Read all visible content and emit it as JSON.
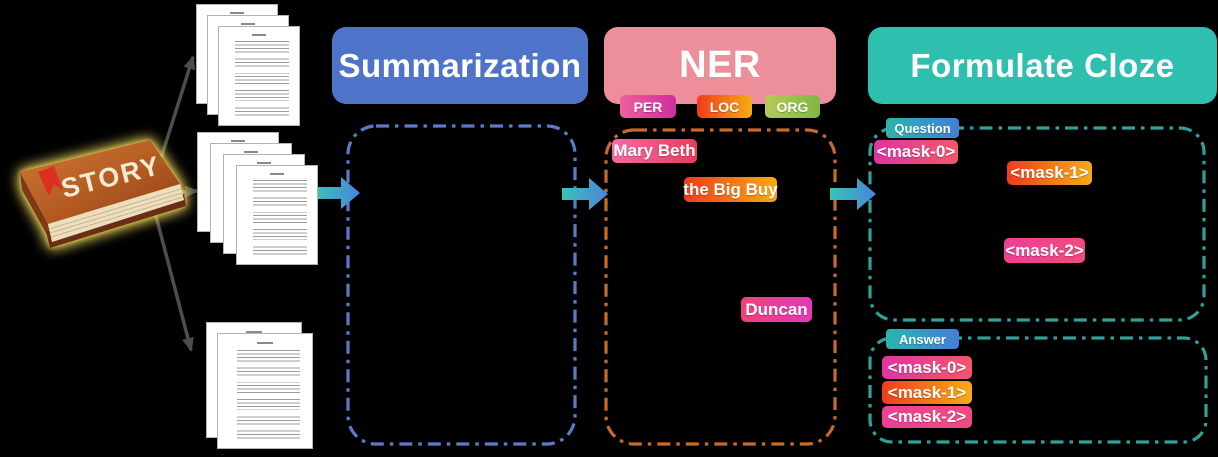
{
  "background_color": "#000000",
  "book": {
    "label": "STORY"
  },
  "document_stacks": {
    "stacks": 3,
    "pages_visible": [
      3,
      4,
      2
    ]
  },
  "pipeline": {
    "stages": [
      {
        "label": "Summarization",
        "header_color": "#4e73c9",
        "box_border_color": "#5b7bca"
      },
      {
        "label": "NER",
        "header_color": "#ec8f9b",
        "box_border_color": "#c96a28",
        "legend": [
          {
            "label": "PER",
            "color_start": "#f0609b",
            "color_end": "#cf2da0"
          },
          {
            "label": "LOC",
            "color_start": "#ee3d1e",
            "color_end": "#f7ab15"
          },
          {
            "label": "ORG",
            "color_start": "#b5ca55",
            "color_end": "#7fb845"
          }
        ],
        "entities": [
          {
            "text": "Mary Beth",
            "type": "PER"
          },
          {
            "text": "the Big Buy",
            "type": "LOC"
          },
          {
            "text": "Duncan",
            "type": "PER"
          }
        ]
      },
      {
        "label": "Formulate Cloze",
        "header_color": "#2ebfae",
        "box_border_color": "#2da19a",
        "question": {
          "label": "Question",
          "masks": [
            {
              "text": "<mask-0>",
              "type": "PER"
            },
            {
              "text": "<mask-1>",
              "type": "LOC"
            },
            {
              "text": "<mask-2>",
              "type": "PER"
            }
          ]
        },
        "answer": {
          "label": "Answer",
          "masks": [
            {
              "text": "<mask-0>",
              "type": "PER"
            },
            {
              "text": "<mask-1>",
              "type": "LOC"
            },
            {
              "text": "<mask-2>",
              "type": "PER"
            }
          ]
        }
      }
    ]
  },
  "arrow_colors": {
    "connector": "#4d4d4d",
    "flow_start": "#38c4b8",
    "flow_end": "#4b84d8"
  }
}
